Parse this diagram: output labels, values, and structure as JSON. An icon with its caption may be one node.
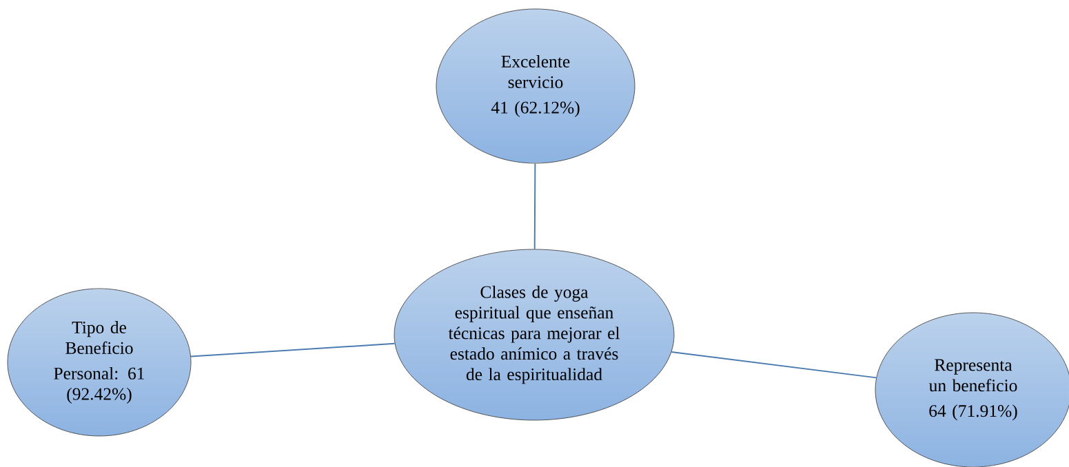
{
  "diagram": {
    "nodes": [
      {
        "text": [
          "Excelente servicio",
          "41 (62.12%)"
        ]
      },
      {
        "text": [
          "Tipo de Beneficio",
          "Personal: 61 (92.42%)"
        ]
      },
      {
        "text": [
          "Clases de yoga espiritual que enseñan técnicas para mejorar el estado anímico a través de la espiritualidad"
        ]
      },
      {
        "text": [
          "Representa un beneficio",
          "64 (71.91%)"
        ]
      }
    ],
    "edges": [
      {
        "from": 2,
        "to": 0,
        "arrow": "none"
      },
      {
        "from": 2,
        "to": 1,
        "arrow": "none"
      },
      {
        "from": 2,
        "to": 3,
        "arrow": "none"
      }
    ]
  }
}
